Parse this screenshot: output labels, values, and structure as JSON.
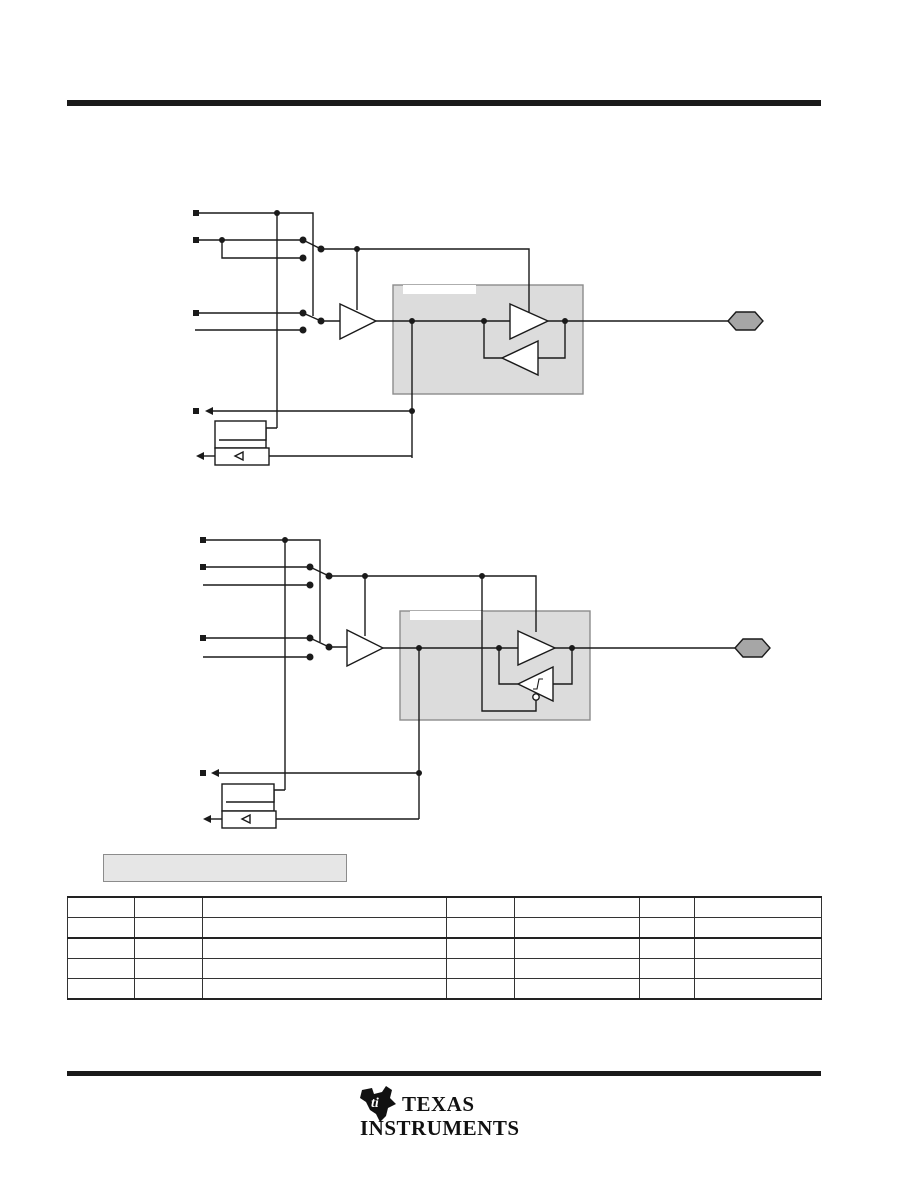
{
  "logo": {
    "name": "Texas Instruments",
    "line1": "TEXAS",
    "line2": "INSTRUMENTS",
    "icon": "ti-map-icon",
    "color": "#111111"
  },
  "colors": {
    "shade": "#dcdcdc",
    "shade_border": "#8c8c8c",
    "wire": "#1a1a1a",
    "pad_fill": "#a6a6a6"
  },
  "caption": {
    "text": ""
  },
  "table": {
    "columns": 7,
    "rows": [
      [
        "",
        "",
        "",
        "",
        "",
        "",
        ""
      ],
      [
        "",
        "",
        "",
        "",
        "",
        "",
        ""
      ],
      [
        "",
        "",
        "",
        "",
        "",
        "",
        ""
      ],
      [
        "",
        "",
        "",
        "",
        "",
        "",
        ""
      ],
      [
        "",
        "",
        "",
        "",
        "",
        "",
        ""
      ]
    ]
  }
}
